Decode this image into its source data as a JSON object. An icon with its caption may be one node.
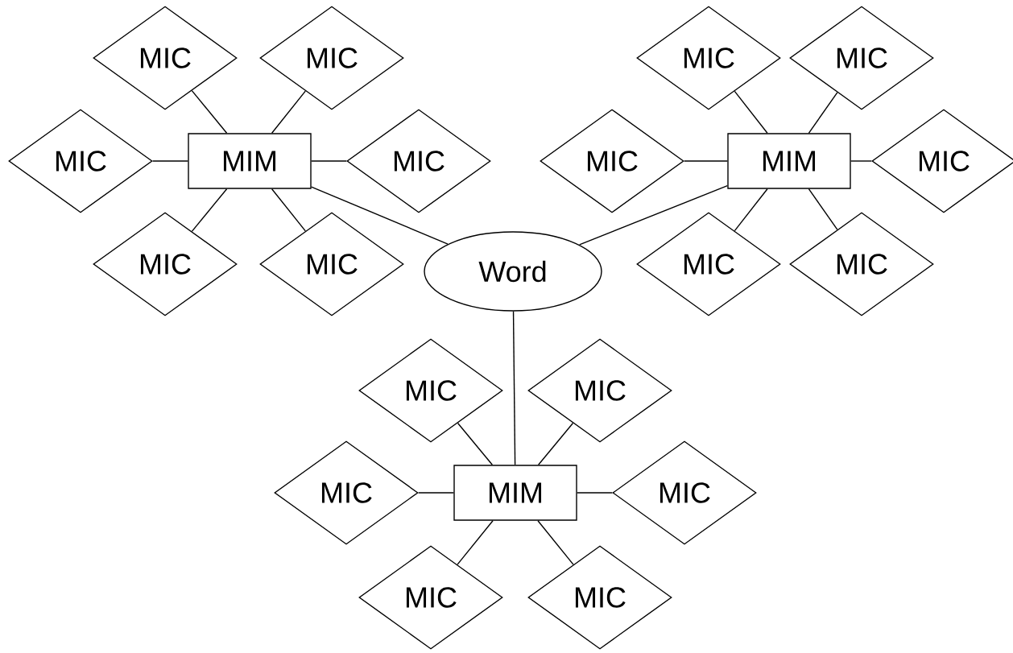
{
  "diagram": {
    "nodes": [
      {
        "text": [
          "MIC"
        ]
      },
      {
        "text": [
          "MIC"
        ]
      },
      {
        "text": [
          "MIC"
        ]
      },
      {
        "text": [
          "MIC"
        ]
      },
      {
        "text": [
          "MIC"
        ]
      },
      {
        "text": [
          "MIM"
        ]
      },
      {
        "text": [
          "MIC"
        ]
      },
      {
        "text": [
          "MIC"
        ]
      },
      {
        "text": [
          "MIM"
        ]
      },
      {
        "text": [
          "MIC"
        ]
      },
      {
        "text": [
          "MIC"
        ]
      },
      {
        "text": [
          "MIC"
        ]
      },
      {
        "text": [
          "Word"
        ]
      },
      {
        "text": [
          "MIC"
        ]
      },
      {
        "text": [
          "MIC"
        ]
      },
      {
        "text": [
          "MIC"
        ]
      },
      {
        "text": [
          "MIC"
        ]
      },
      {
        "text": [
          "MIC"
        ]
      },
      {
        "text": [
          "MIM"
        ]
      },
      {
        "text": [
          "MIC"
        ]
      },
      {
        "text": [
          "MIC"
        ]
      },
      {
        "text": [
          "MIC"
        ]
      }
    ],
    "edges": [
      {
        "from": 5,
        "to": 0,
        "arrow": "none"
      },
      {
        "from": 5,
        "to": 1,
        "arrow": "none"
      },
      {
        "from": 5,
        "to": 4,
        "arrow": "none"
      },
      {
        "from": 5,
        "to": 6,
        "arrow": "none"
      },
      {
        "from": 5,
        "to": 10,
        "arrow": "none"
      },
      {
        "from": 5,
        "to": 11,
        "arrow": "none"
      },
      {
        "from": 8,
        "to": 2,
        "arrow": "none"
      },
      {
        "from": 8,
        "to": 3,
        "arrow": "none"
      },
      {
        "from": 8,
        "to": 7,
        "arrow": "none"
      },
      {
        "from": 8,
        "to": 9,
        "arrow": "none"
      },
      {
        "from": 8,
        "to": 13,
        "arrow": "none"
      },
      {
        "from": 8,
        "to": 14,
        "arrow": "none"
      },
      {
        "from": 12,
        "to": 5,
        "arrow": "none"
      },
      {
        "from": 12,
        "to": 8,
        "arrow": "none"
      },
      {
        "from": 12,
        "to": 18,
        "arrow": "none"
      },
      {
        "from": 18,
        "to": 15,
        "arrow": "none"
      },
      {
        "from": 18,
        "to": 16,
        "arrow": "none"
      },
      {
        "from": 18,
        "to": 17,
        "arrow": "none"
      },
      {
        "from": 18,
        "to": 19,
        "arrow": "none"
      },
      {
        "from": 18,
        "to": 20,
        "arrow": "none"
      },
      {
        "from": 18,
        "to": 21,
        "arrow": "none"
      }
    ]
  }
}
